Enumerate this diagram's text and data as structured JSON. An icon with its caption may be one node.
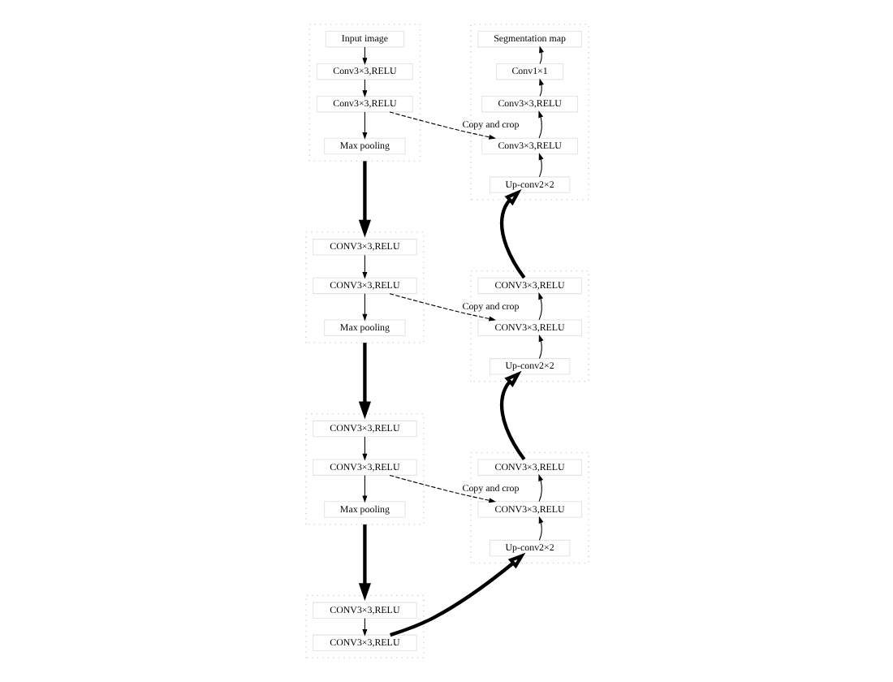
{
  "diagram": {
    "nodes": [
      {
        "text": [],
        "shape": "box"
      },
      {
        "text": [
          "Input image"
        ],
        "in": 0
      },
      {
        "text": [
          "Conv3×3,RELU"
        ],
        "in": 0
      },
      {
        "text": [
          "Conv3×3,RELU"
        ],
        "in": 0
      },
      {
        "text": [
          "Max pooling"
        ],
        "in": 0
      },
      {
        "text": [],
        "shape": "box"
      },
      {
        "text": [
          "Segmentation map"
        ],
        "in": 5
      },
      {
        "text": [
          "Conv1×1"
        ],
        "in": 5
      },
      {
        "text": [
          "Conv3×3,RELU"
        ],
        "in": 5
      },
      {
        "text": [
          "Conv3×3,RELU"
        ],
        "in": 5
      },
      {
        "text": [
          "Up-conv2×2"
        ],
        "in": 5
      },
      {
        "text": [],
        "shape": "box"
      },
      {
        "text": [
          "CONV3×3,RELU"
        ],
        "in": 11
      },
      {
        "text": [
          "CONV3×3,RELU"
        ],
        "in": 11
      },
      {
        "text": [
          "Max pooling"
        ],
        "in": 11
      },
      {
        "text": [],
        "shape": "box"
      },
      {
        "text": [
          "CONV3×3,RELU"
        ],
        "in": 15
      },
      {
        "text": [
          "CONV3×3,RELU"
        ],
        "in": 15
      },
      {
        "text": [
          "Up-conv2×2"
        ],
        "in": 15
      },
      {
        "text": [],
        "shape": "box"
      },
      {
        "text": [
          "CONV3×3,RELU"
        ],
        "in": 19
      },
      {
        "text": [
          "CONV3×3,RELU"
        ],
        "in": 19
      },
      {
        "text": [
          "Max pooling"
        ],
        "in": 19
      },
      {
        "text": [],
        "shape": "box"
      },
      {
        "text": [
          "CONV3×3,RELU"
        ],
        "in": 23
      },
      {
        "text": [
          "CONV3×3,RELU"
        ],
        "in": 23
      },
      {
        "text": [
          "Up-conv2×2"
        ],
        "in": 23
      },
      {
        "text": [],
        "shape": "box"
      },
      {
        "text": [
          "CONV3×3,RELU"
        ],
        "in": 27
      },
      {
        "text": [
          "CONV3×3,RELU"
        ],
        "in": 27
      }
    ],
    "edges": [
      {
        "from": 1,
        "to": 2,
        "arrow": "to"
      },
      {
        "from": 2,
        "to": 3,
        "arrow": "to"
      },
      {
        "from": 3,
        "to": 4,
        "arrow": "to"
      },
      {
        "from": 3,
        "to": 9,
        "arrow": "to",
        "label": "Copy and crop",
        "style": "dashed"
      },
      {
        "from": 10,
        "to": 9,
        "arrow": "to"
      },
      {
        "from": 9,
        "to": 8,
        "arrow": "to"
      },
      {
        "from": 8,
        "to": 7,
        "arrow": "to"
      },
      {
        "from": 7,
        "to": 6,
        "arrow": "to"
      },
      {
        "from": 0,
        "to": 11,
        "arrow": "to",
        "style": "thick"
      },
      {
        "from": 12,
        "to": 13,
        "arrow": "to"
      },
      {
        "from": 13,
        "to": 14,
        "arrow": "to"
      },
      {
        "from": 13,
        "to": 17,
        "arrow": "to",
        "label": "Copy and crop",
        "style": "dashed"
      },
      {
        "from": 18,
        "to": 17,
        "arrow": "to"
      },
      {
        "from": 17,
        "to": 16,
        "arrow": "to"
      },
      {
        "from": 11,
        "to": 19,
        "arrow": "to",
        "style": "thick"
      },
      {
        "from": 20,
        "to": 21,
        "arrow": "to"
      },
      {
        "from": 21,
        "to": 22,
        "arrow": "to"
      },
      {
        "from": 21,
        "to": 25,
        "arrow": "to",
        "label": "Copy and crop",
        "style": "dashed"
      },
      {
        "from": 26,
        "to": 25,
        "arrow": "to"
      },
      {
        "from": 25,
        "to": 24,
        "arrow": "to"
      },
      {
        "from": 19,
        "to": 27,
        "arrow": "to",
        "style": "thick"
      },
      {
        "from": 28,
        "to": 29,
        "arrow": "to"
      },
      {
        "from": 27,
        "to": 23,
        "arrow": "to",
        "style": "thick"
      },
      {
        "from": 23,
        "to": 15,
        "arrow": "to",
        "style": "thick"
      },
      {
        "from": 15,
        "to": 5,
        "arrow": "to",
        "style": "thick"
      }
    ]
  }
}
